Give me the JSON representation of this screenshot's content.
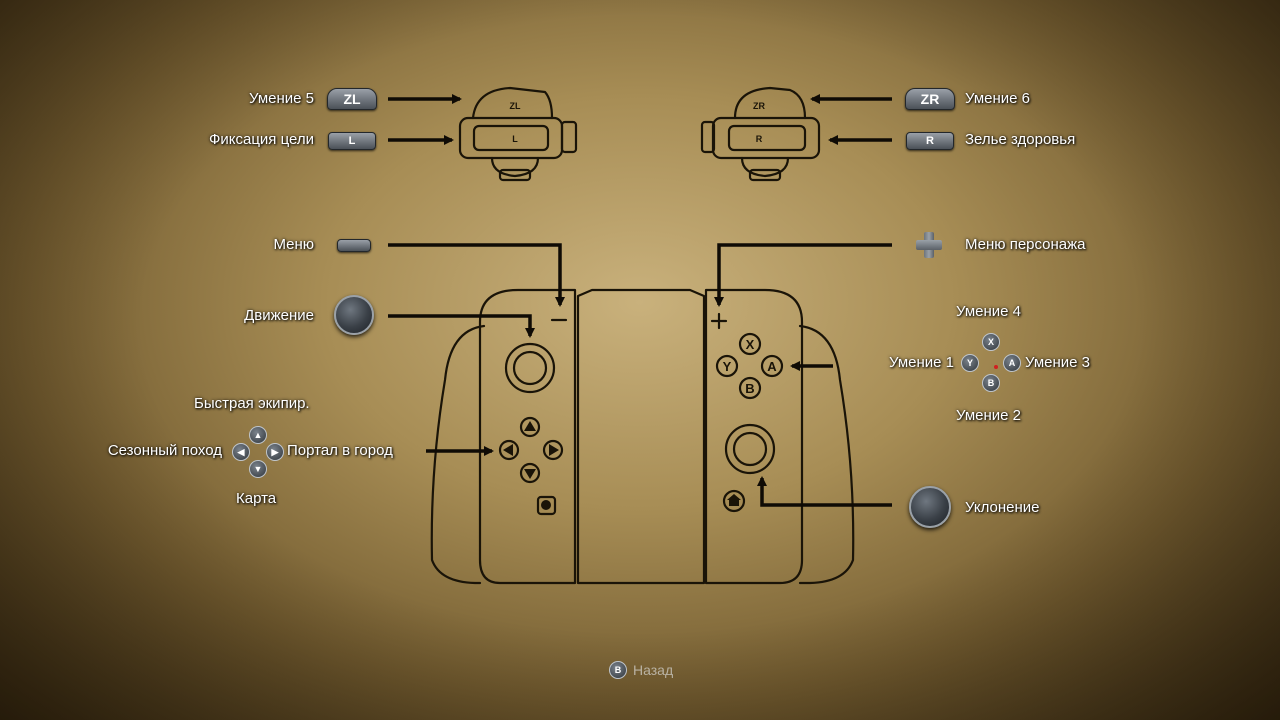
{
  "bindings": {
    "zl": {
      "label": "Умение 5",
      "button": "ZL"
    },
    "l": {
      "label": "Фиксация цели",
      "button": "L"
    },
    "zr": {
      "label": "Умение 6",
      "button": "ZR"
    },
    "r": {
      "label": "Зелье здоровья",
      "button": "R"
    },
    "minus": {
      "label": "Меню"
    },
    "plus": {
      "label": "Меню персонажа"
    },
    "left_stick": {
      "label": "Движение"
    },
    "right_stick": {
      "label": "Уклонение"
    },
    "dpad": {
      "up": "Быстрая экипир.",
      "left": "Сезонный поход",
      "right": "Портал в город",
      "down": "Карта"
    },
    "face": {
      "x": "Умение 4",
      "y": "Умение 1",
      "a": "Умение 3",
      "b": "Умение 2"
    }
  },
  "button_glyphs": {
    "x": "X",
    "y": "Y",
    "a": "A",
    "b": "B"
  },
  "controller_labels": {
    "zl": "ZL",
    "l": "L",
    "zr": "ZR",
    "r": "R"
  },
  "footer": {
    "button": "B",
    "label": "Назад"
  },
  "colors": {
    "ink": "#1a1408",
    "parchment": "#b49a63",
    "label": "#ffffff"
  }
}
